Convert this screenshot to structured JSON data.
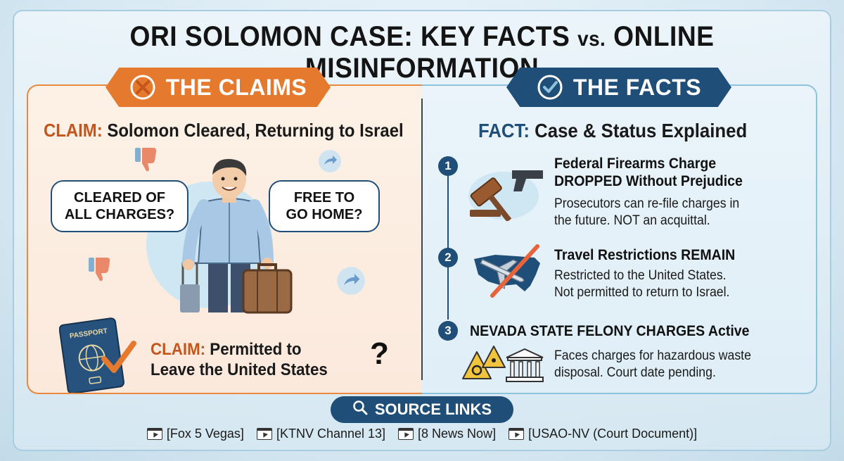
{
  "title": {
    "main_left": "ORI SOLOMON CASE: KEY FACTS",
    "vs": "vs.",
    "main_right": "ONLINE MISINFORMATION"
  },
  "claims": {
    "banner": "THE CLAIMS",
    "claim1_prefix": "CLAIM:",
    "claim1_text": "Solomon Cleared, Returning to Israel",
    "bubble_left": [
      "CLEARED OF",
      "ALL CHARGES?"
    ],
    "bubble_right": [
      "FREE TO",
      "GO HOME?"
    ],
    "claim2_prefix": "CLAIM:",
    "claim2_line1": "Permitted to",
    "claim2_line2": "Leave the United States",
    "question_mark": "?",
    "passport_label": "PASSPORT"
  },
  "facts": {
    "banner": "THE FACTS",
    "head_prefix": "FACT:",
    "head_text": "Case & Status Explained",
    "items": [
      {
        "num": "1",
        "title_lines": [
          "Federal Firearms Charge",
          "DROPPED Without Prejudice"
        ],
        "body_lines": [
          "Prosecutors can re-file charges in",
          "the future. NOT an acquittal."
        ]
      },
      {
        "num": "2",
        "title_lines": [
          "Travel Restrictions REMAIN"
        ],
        "body_lines": [
          "Restricted to the United States.",
          "Not permitted to return to Israel."
        ]
      },
      {
        "num": "3",
        "title_lines": [
          "NEVADA STATE FELONY CHARGES Active"
        ],
        "body_lines": [
          "Faces charges for hazardous waste",
          "disposal. Court date pending."
        ]
      }
    ]
  },
  "sources": {
    "banner": "SOURCE LINKS",
    "links": [
      "[Fox 5 Vegas]",
      "[KTNV Channel 13]",
      "[8 News Now]",
      "[USAO-NV (Court Document)]"
    ]
  },
  "colors": {
    "claims_orange": "#e57a2e",
    "facts_navy": "#1f4e79",
    "claim_word": "#c4561b"
  },
  "icons": [
    "x-circle-icon",
    "check-circle-icon",
    "thumbs-down-icon",
    "share-arrow-icon",
    "gavel-icon",
    "pistol-icon",
    "airplane-icon",
    "us-map-icon",
    "biohazard-icon",
    "radiation-icon",
    "courthouse-icon",
    "passport-icon",
    "checkmark-icon",
    "search-icon",
    "link-icon"
  ]
}
